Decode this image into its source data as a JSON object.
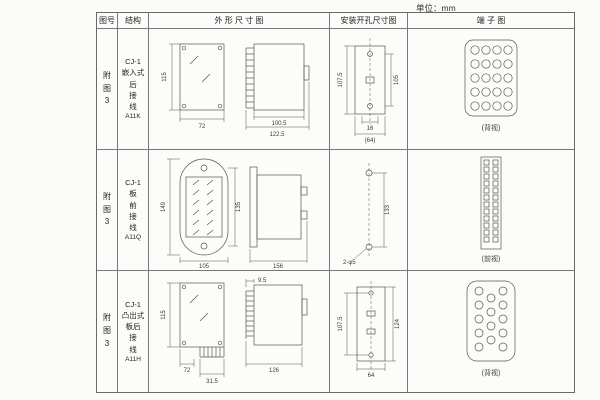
{
  "unit_label": "单位：mm",
  "table": {
    "headers": [
      "图号",
      "结构",
      "外 形 尺 寸 图",
      "安装开孔尺寸图",
      "端 子 图"
    ]
  },
  "rows": [
    {
      "fig_no": "附图3",
      "structure_lines": [
        "CJ-1",
        "嵌入式",
        "后",
        "接",
        "线",
        "A11K"
      ],
      "outline": {
        "dim_height": "115",
        "dim_width": "72",
        "dim_inner": "100.5",
        "dim_outer": "122.5"
      },
      "mounting": {
        "dim_left": "107.5",
        "dim_right": "105",
        "dim_b1": "16",
        "dim_b2": "(64)"
      },
      "terminal": {
        "caption": "(背视)"
      }
    },
    {
      "fig_no": "附图3",
      "structure_lines": [
        "CJ-1",
        "板",
        "前",
        "接",
        "线",
        "A11Q"
      ],
      "outline": {
        "dim_height": "149",
        "dim_inner": "135",
        "dim_width": "105",
        "dim_side": "156"
      },
      "mounting": {
        "dim_height": "133",
        "hole_label": "2-φ5"
      },
      "terminal": {
        "caption": "(前视)"
      }
    },
    {
      "fig_no": "附图3",
      "structure_lines": [
        "CJ-1",
        "凸出式",
        "板后",
        "接",
        "线",
        "A11H"
      ],
      "outline": {
        "dim_height": "115",
        "dim_width": "72",
        "dim_comb": "31.5",
        "dim_top": "9.5",
        "dim_side": "126"
      },
      "mounting": {
        "dim_left": "107.5",
        "dim_right": "124",
        "dim_bottom": "64"
      },
      "terminal": {
        "caption": "(背视)"
      }
    }
  ]
}
